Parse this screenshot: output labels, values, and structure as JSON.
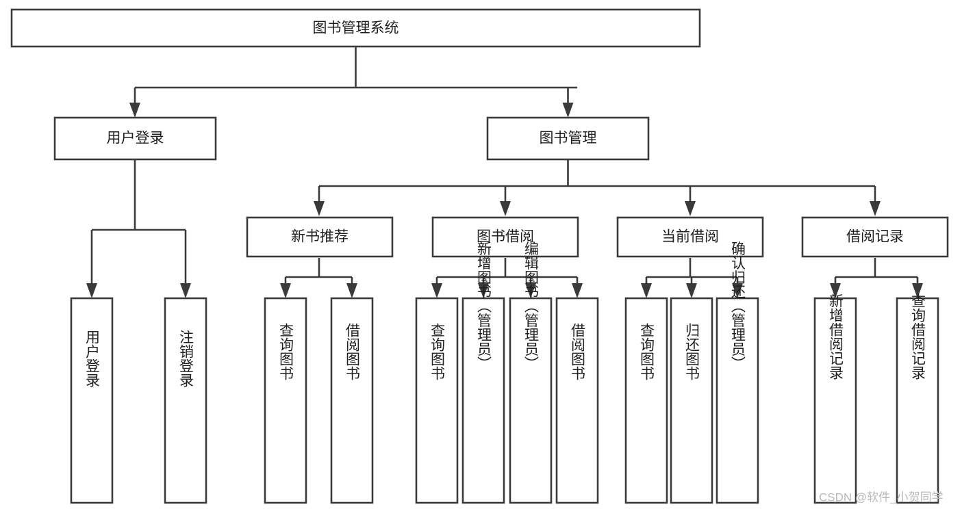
{
  "diagram": {
    "title": "图书管理系统",
    "type": "tree-hierarchy-diagram",
    "background_color": "#ffffff",
    "line_color": "#3a3a3a",
    "text_color": "#1f1f1f",
    "levels": {
      "root": {
        "label": "图书管理系统"
      },
      "level2": [
        {
          "label": "用户登录"
        },
        {
          "label": "图书管理"
        }
      ],
      "level3": [
        {
          "label": "新书推荐"
        },
        {
          "label": "图书借阅"
        },
        {
          "label": "当前借阅"
        },
        {
          "label": "借阅记录"
        }
      ],
      "leaves": {
        "user_login": [
          {
            "label": "用户登录"
          },
          {
            "label": "注销登录"
          }
        ],
        "new_book_recommend": [
          {
            "label": "查询图书"
          },
          {
            "label": "借阅图书"
          }
        ],
        "book_borrow": [
          {
            "label": "查询图书"
          },
          {
            "label": "新增图书（管理员）"
          },
          {
            "label": "编辑图书（管理员）"
          },
          {
            "label": "借阅图书"
          }
        ],
        "current_borrow": [
          {
            "label": "查询图书"
          },
          {
            "label": "归还图书"
          },
          {
            "label": "确认归还（管理员）"
          }
        ],
        "borrow_record": [
          {
            "label": "新增借阅记录"
          },
          {
            "label": "查询借阅记录"
          }
        ]
      }
    }
  },
  "watermark": {
    "text": "CSDN @软件_小贺同学"
  }
}
